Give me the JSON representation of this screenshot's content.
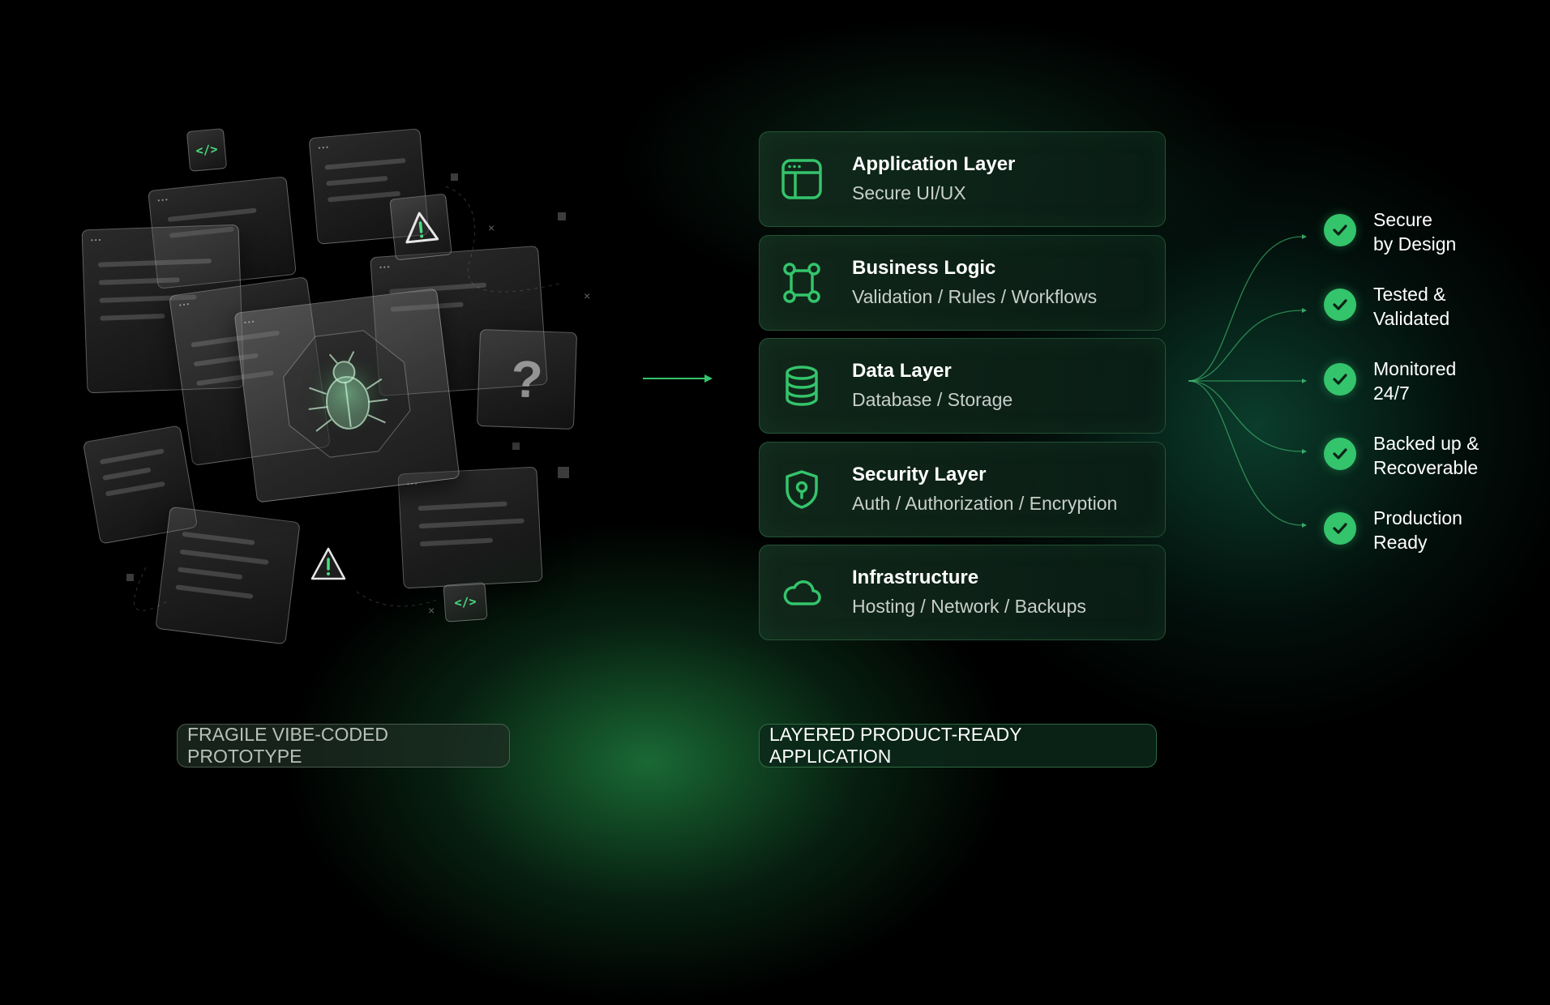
{
  "left_caption": "FRAGILE VIBE-CODED PROTOTYPE",
  "right_caption": "LAYERED PRODUCT-READY APPLICATION",
  "collage": {
    "code_tag_1": "</>",
    "code_tag_2": "</>",
    "question_mark": "?",
    "window_dots": "•••"
  },
  "layers": [
    {
      "title": "Application Layer",
      "subtitle": "Secure UI/UX",
      "icon": "app-window-icon"
    },
    {
      "title": "Business Logic",
      "subtitle": "Validation / Rules / Workflows",
      "icon": "workflow-nodes-icon"
    },
    {
      "title": "Data Layer",
      "subtitle": "Database / Storage",
      "icon": "database-icon"
    },
    {
      "title": "Security Layer",
      "subtitle": "Auth / Authorization / Encryption",
      "icon": "shield-icon"
    },
    {
      "title": "Infrastructure",
      "subtitle": "Hosting / Network / Backups",
      "icon": "cloud-icon"
    }
  ],
  "benefits": [
    {
      "line1": "Secure",
      "line2": "by Design"
    },
    {
      "line1": "Tested &",
      "line2": "Validated"
    },
    {
      "line1": "Monitored",
      "line2": "24/7"
    },
    {
      "line1": "Backed up &",
      "line2": "Recoverable"
    },
    {
      "line1": "Production",
      "line2": "Ready"
    }
  ],
  "colors": {
    "accent": "#34c46b",
    "icon_green": "#4ade80",
    "background": "#000000"
  }
}
